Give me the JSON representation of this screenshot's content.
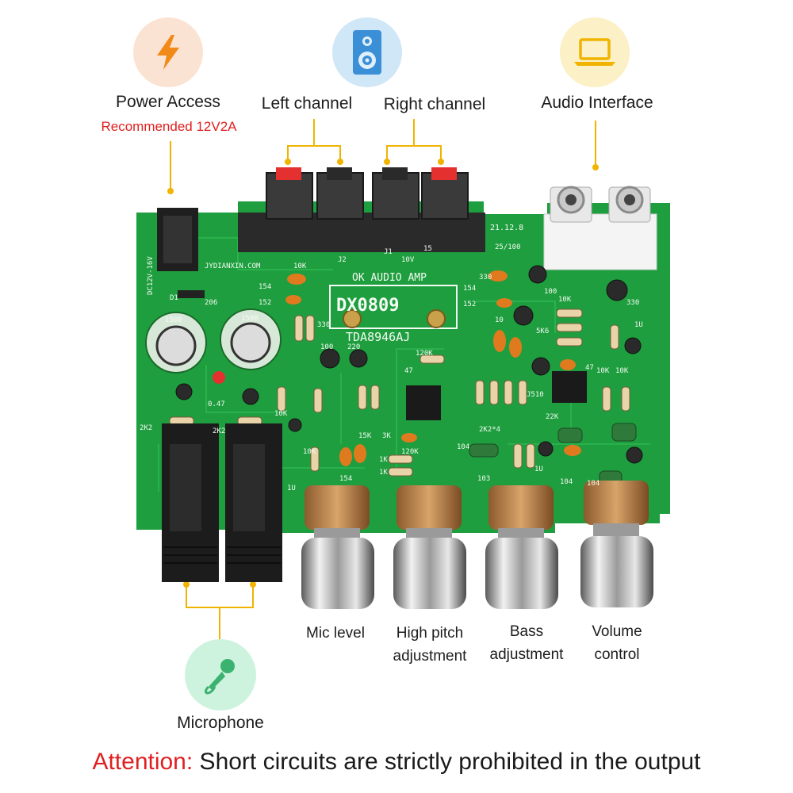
{
  "callouts": {
    "power": {
      "title": "Power Access",
      "note": "Recommended 12V2A",
      "icon": "lightning-icon"
    },
    "left": {
      "title": "Left channel"
    },
    "right": {
      "title": "Right channel",
      "icon": "speaker-icon"
    },
    "audio": {
      "title": "Audio Interface",
      "icon": "laptop-icon"
    },
    "mic": {
      "title": "Mic level"
    },
    "high": {
      "line1": "High pitch",
      "line2": "adjustment"
    },
    "bass": {
      "line1": "Bass",
      "line2": "adjustment"
    },
    "volume": {
      "line1": "Volume",
      "line2": "control"
    },
    "microphone": {
      "title": "Microphone",
      "icon": "microphone-icon"
    }
  },
  "board": {
    "model": "DX0809",
    "chip": "TDA8946AJ",
    "title": "OK AUDIO AMP",
    "brand": "JYDIANXIN.COM",
    "power_rating": "DC12V-16V",
    "date": "21.12.8",
    "components": [
      "1500",
      "1500",
      "D1",
      "206",
      "154",
      "152",
      "10K",
      "330",
      "100",
      "220",
      "120K",
      "47",
      "0.47",
      "2K2",
      "2K2",
      "10K",
      "15K",
      "3K",
      "1K",
      "1K",
      "120K",
      "10K",
      "104",
      "154",
      "103",
      "104",
      "1U",
      "1U",
      "100",
      "330",
      "152",
      "154",
      "10K",
      "330",
      "25/100",
      "10",
      "5K6",
      "47",
      "10K",
      "10K",
      "J510",
      "22K",
      "2K2*4",
      "1U",
      "104",
      "J1",
      "J2",
      "15",
      "10V"
    ]
  },
  "attention": {
    "label": "Attention:",
    "text": " Short circuits are strictly prohibited in the output"
  },
  "colors": {
    "accent": "#f0b400",
    "attention": "#e02020",
    "pcb": "#1e9e3e"
  }
}
